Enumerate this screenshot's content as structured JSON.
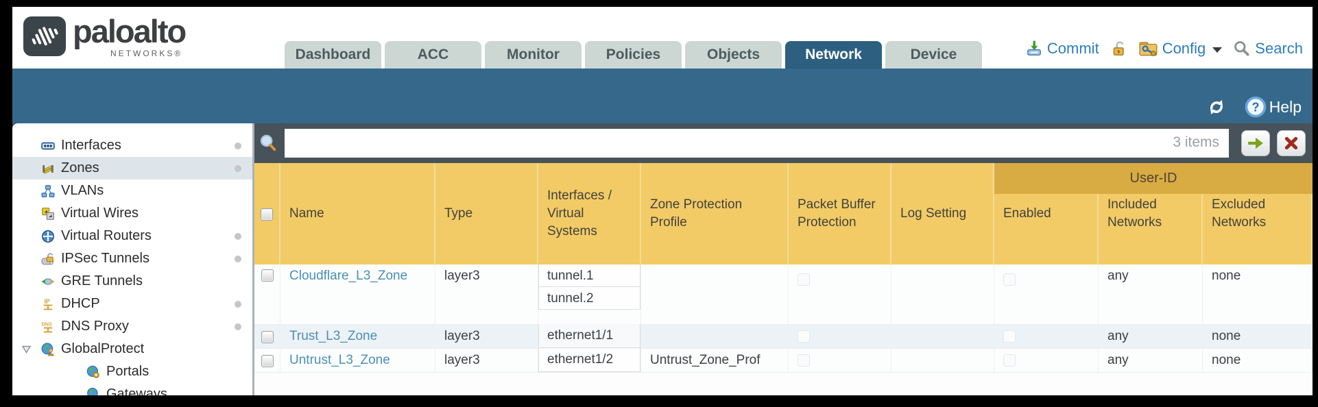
{
  "brand": {
    "name": "paloalto",
    "subtitle": "NETWORKS®"
  },
  "nav": {
    "tabs": [
      {
        "label": "Dashboard",
        "active": false
      },
      {
        "label": "ACC",
        "active": false
      },
      {
        "label": "Monitor",
        "active": false
      },
      {
        "label": "Policies",
        "active": false
      },
      {
        "label": "Objects",
        "active": false
      },
      {
        "label": "Network",
        "active": true
      },
      {
        "label": "Device",
        "active": false
      }
    ],
    "commit_label": "Commit",
    "config_label": "Config",
    "search_label": "Search"
  },
  "toolbar": {
    "help_label": "Help"
  },
  "sidebar": {
    "items": [
      {
        "label": "Interfaces",
        "icon": "interfaces-icon",
        "dot": true,
        "selected": false
      },
      {
        "label": "Zones",
        "icon": "zones-icon",
        "dot": true,
        "selected": true
      },
      {
        "label": "VLANs",
        "icon": "vlans-icon",
        "dot": false,
        "selected": false
      },
      {
        "label": "Virtual Wires",
        "icon": "virtual-wires-icon",
        "dot": false,
        "selected": false
      },
      {
        "label": "Virtual Routers",
        "icon": "virtual-routers-icon",
        "dot": true,
        "selected": false
      },
      {
        "label": "IPSec Tunnels",
        "icon": "ipsec-tunnels-icon",
        "dot": true,
        "selected": false
      },
      {
        "label": "GRE Tunnels",
        "icon": "gre-tunnels-icon",
        "dot": false,
        "selected": false
      },
      {
        "label": "DHCP",
        "icon": "dhcp-icon",
        "dot": true,
        "selected": false
      },
      {
        "label": "DNS Proxy",
        "icon": "dns-proxy-icon",
        "dot": true,
        "selected": false
      },
      {
        "label": "GlobalProtect",
        "icon": "globalprotect-icon",
        "dot": false,
        "selected": false,
        "expanded": true
      },
      {
        "label": "Portals",
        "icon": "portals-icon",
        "dot": false,
        "selected": false,
        "indent": true
      },
      {
        "label": "Gateways",
        "icon": "gateways-icon",
        "dot": false,
        "selected": false,
        "indent": true
      }
    ]
  },
  "filterbar": {
    "count": "3 items",
    "placeholder": ""
  },
  "table": {
    "group_header": "User-ID",
    "columns": {
      "name": "Name",
      "type": "Type",
      "interfaces": "Interfaces /\nVirtual\nSystems",
      "zone_protection": "Zone Protection\nProfile",
      "packet_buffer": "Packet Buffer\nProtection",
      "log_setting": "Log Setting",
      "enabled": "Enabled",
      "included": "Included\nNetworks",
      "excluded": "Excluded\nNetworks"
    },
    "rows": [
      {
        "name": "Cloudflare_L3_Zone",
        "type": "layer3",
        "interfaces": [
          "tunnel.1",
          "tunnel.2"
        ],
        "zone_protection_profile": "",
        "packet_buffer_protection": false,
        "log_setting": "",
        "user_id_enabled": false,
        "included_networks": "any",
        "excluded_networks": "none"
      },
      {
        "name": "Trust_L3_Zone",
        "type": "layer3",
        "interfaces": [
          "ethernet1/1"
        ],
        "zone_protection_profile": "",
        "packet_buffer_protection": false,
        "log_setting": "",
        "user_id_enabled": false,
        "included_networks": "any",
        "excluded_networks": "none"
      },
      {
        "name": "Untrust_L3_Zone",
        "type": "layer3",
        "interfaces": [
          "ethernet1/2"
        ],
        "zone_protection_profile": "Untrust_Zone_Prof",
        "packet_buffer_protection": false,
        "log_setting": "",
        "user_id_enabled": false,
        "included_networks": "any",
        "excluded_networks": "none"
      }
    ]
  },
  "colors": {
    "accent_teal": "#35688b",
    "tab_active": "#2c5f80",
    "table_header_amber": "#f2cb67",
    "user_id_band_amber": "#d8ab43",
    "link_blue": "#4a8fb5",
    "action_text_blue": "#2e7cbe",
    "content_slate": "#47525a"
  }
}
